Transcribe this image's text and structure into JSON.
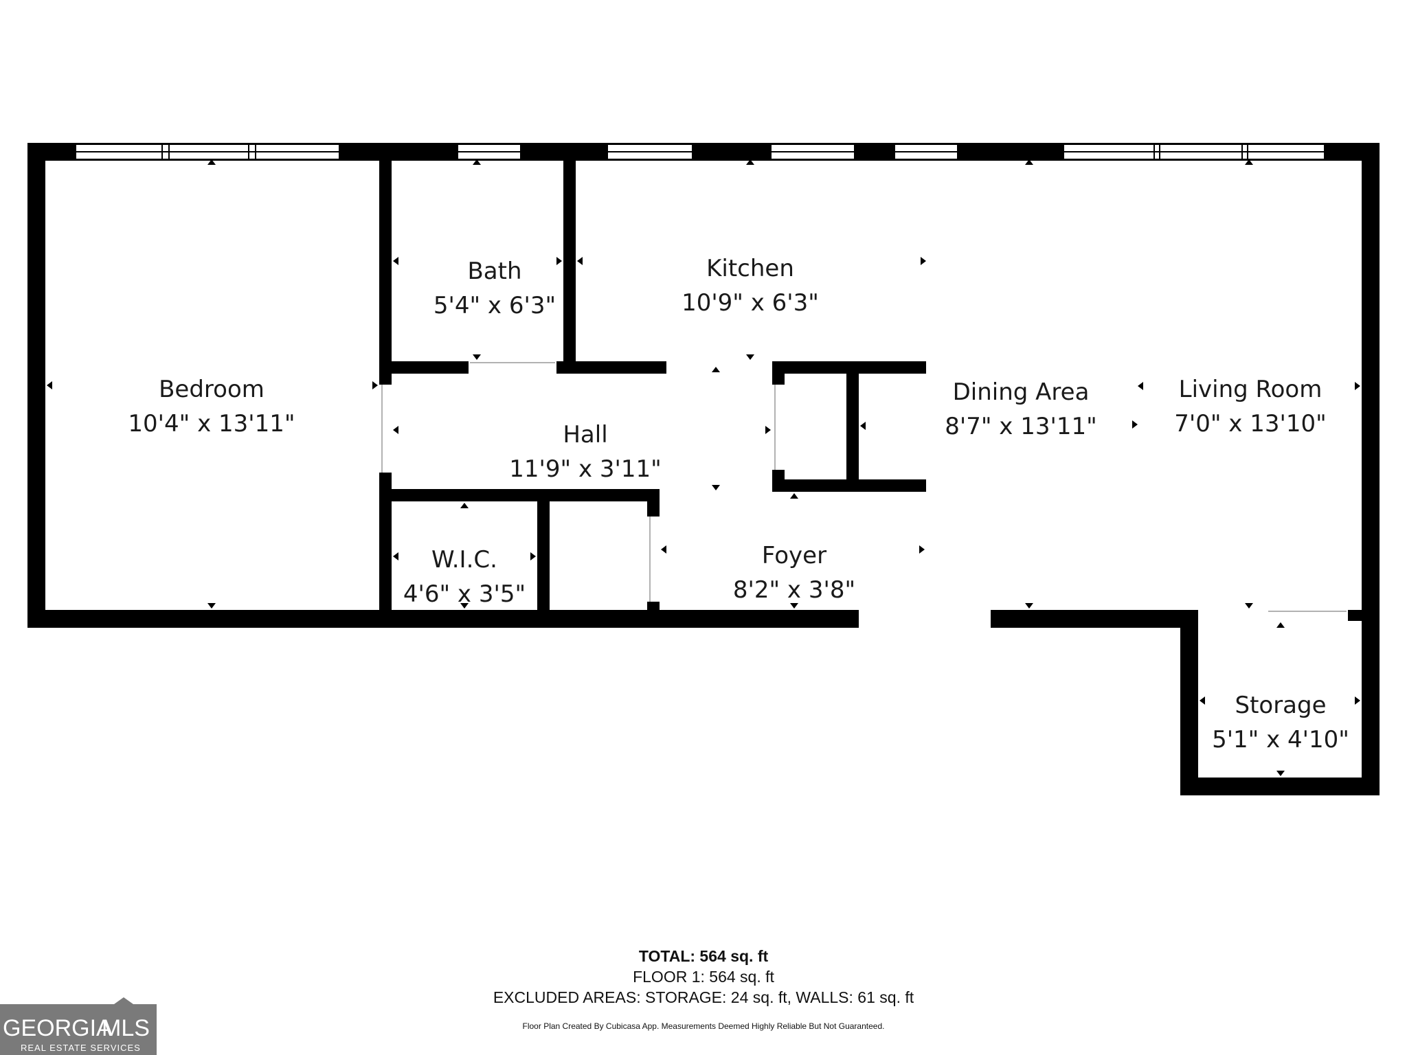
{
  "rooms": [
    {
      "name": "Bedroom",
      "dims": "10'4\" x 13'11\""
    },
    {
      "name": "Bath",
      "dims": "5'4\" x 6'3\""
    },
    {
      "name": "Kitchen",
      "dims": "10'9\" x 6'3\""
    },
    {
      "name": "Hall",
      "dims": "11'9\" x 3'11\""
    },
    {
      "name": "W.I.C.",
      "dims": "4'6\" x 3'5\""
    },
    {
      "name": "Foyer",
      "dims": "8'2\" x 3'8\""
    },
    {
      "name": "Dining Area",
      "dims": "8'7\" x 13'11\""
    },
    {
      "name": "Living Room",
      "dims": "7'0\" x 13'10\""
    },
    {
      "name": "Storage",
      "dims": "5'1\" x 4'10\""
    }
  ],
  "summary": {
    "total": "TOTAL: 564 sq. ft",
    "floor": "FLOOR 1: 564 sq. ft",
    "excluded": "EXCLUDED AREAS: STORAGE: 24 sq. ft, WALLS: 61 sq. ft",
    "disclaimer": "Floor Plan Created By Cubicasa App. Measurements Deemed Highly Reliable But Not Guaranteed."
  },
  "logo": {
    "brand_left": "GEORGIA",
    "brand_right": "MLS",
    "tagline": "REAL ESTATE SERVICES"
  },
  "colors": {
    "wall": "#000000",
    "background": "#ffffff",
    "logo_bg": "#7a7a7a"
  }
}
